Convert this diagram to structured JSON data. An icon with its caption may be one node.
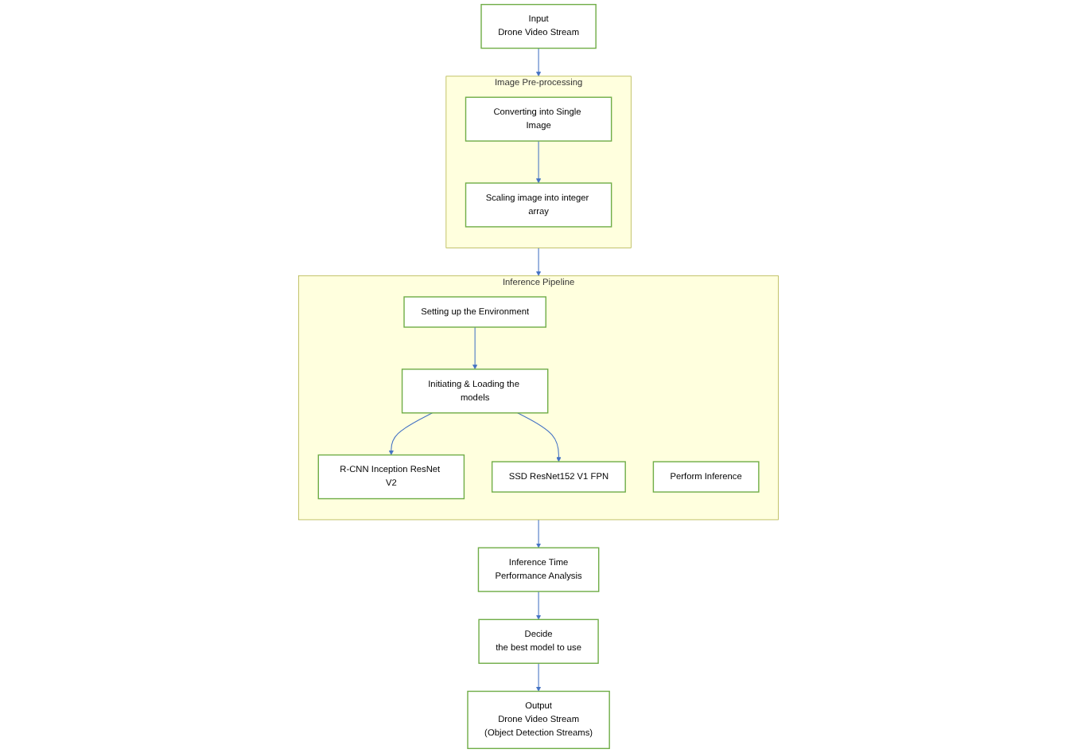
{
  "diagram": {
    "nodes": [
      {
        "text": [
          "Input",
          "Drone Video Stream"
        ]
      },
      {
        "text": [
          "Image Pre-processing"
        ]
      },
      {
        "text": [
          "Converting into Single Image"
        ],
        "in": 1
      },
      {
        "text": [
          "Scaling image into integer array"
        ],
        "in": 1
      },
      {
        "text": [
          "Inference Pipeline"
        ]
      },
      {
        "text": [
          "Setting up the Environment"
        ],
        "in": 4
      },
      {
        "text": [
          "Initiating & Loading the models"
        ],
        "in": 4
      },
      {
        "text": [
          "R-CNN Inception ResNet V2"
        ],
        "in": 4
      },
      {
        "text": [
          "SSD ResNet152 V1 FPN"
        ],
        "in": 4
      },
      {
        "text": [
          "Perform Inference"
        ],
        "in": 4
      },
      {
        "text": [
          "Inference Time",
          "Performance Analysis"
        ]
      },
      {
        "text": [
          "Decide",
          "the best model to use"
        ]
      },
      {
        "text": [
          "Output",
          "Drone Video Stream",
          "(Object Detection Streams)"
        ]
      }
    ],
    "edges": [
      {
        "from": 0,
        "to": 1,
        "arrow": "to"
      },
      {
        "from": 2,
        "to": 3,
        "arrow": "to"
      },
      {
        "from": 1,
        "to": 4,
        "arrow": "to"
      },
      {
        "from": 5,
        "to": 6,
        "arrow": "to"
      },
      {
        "from": 6,
        "to": 7,
        "arrow": "to"
      },
      {
        "from": 6,
        "to": 8,
        "arrow": "to"
      },
      {
        "from": 4,
        "to": 10,
        "arrow": "to"
      },
      {
        "from": 10,
        "to": 11,
        "arrow": "to"
      },
      {
        "from": 11,
        "to": 12,
        "arrow": "to"
      }
    ]
  }
}
